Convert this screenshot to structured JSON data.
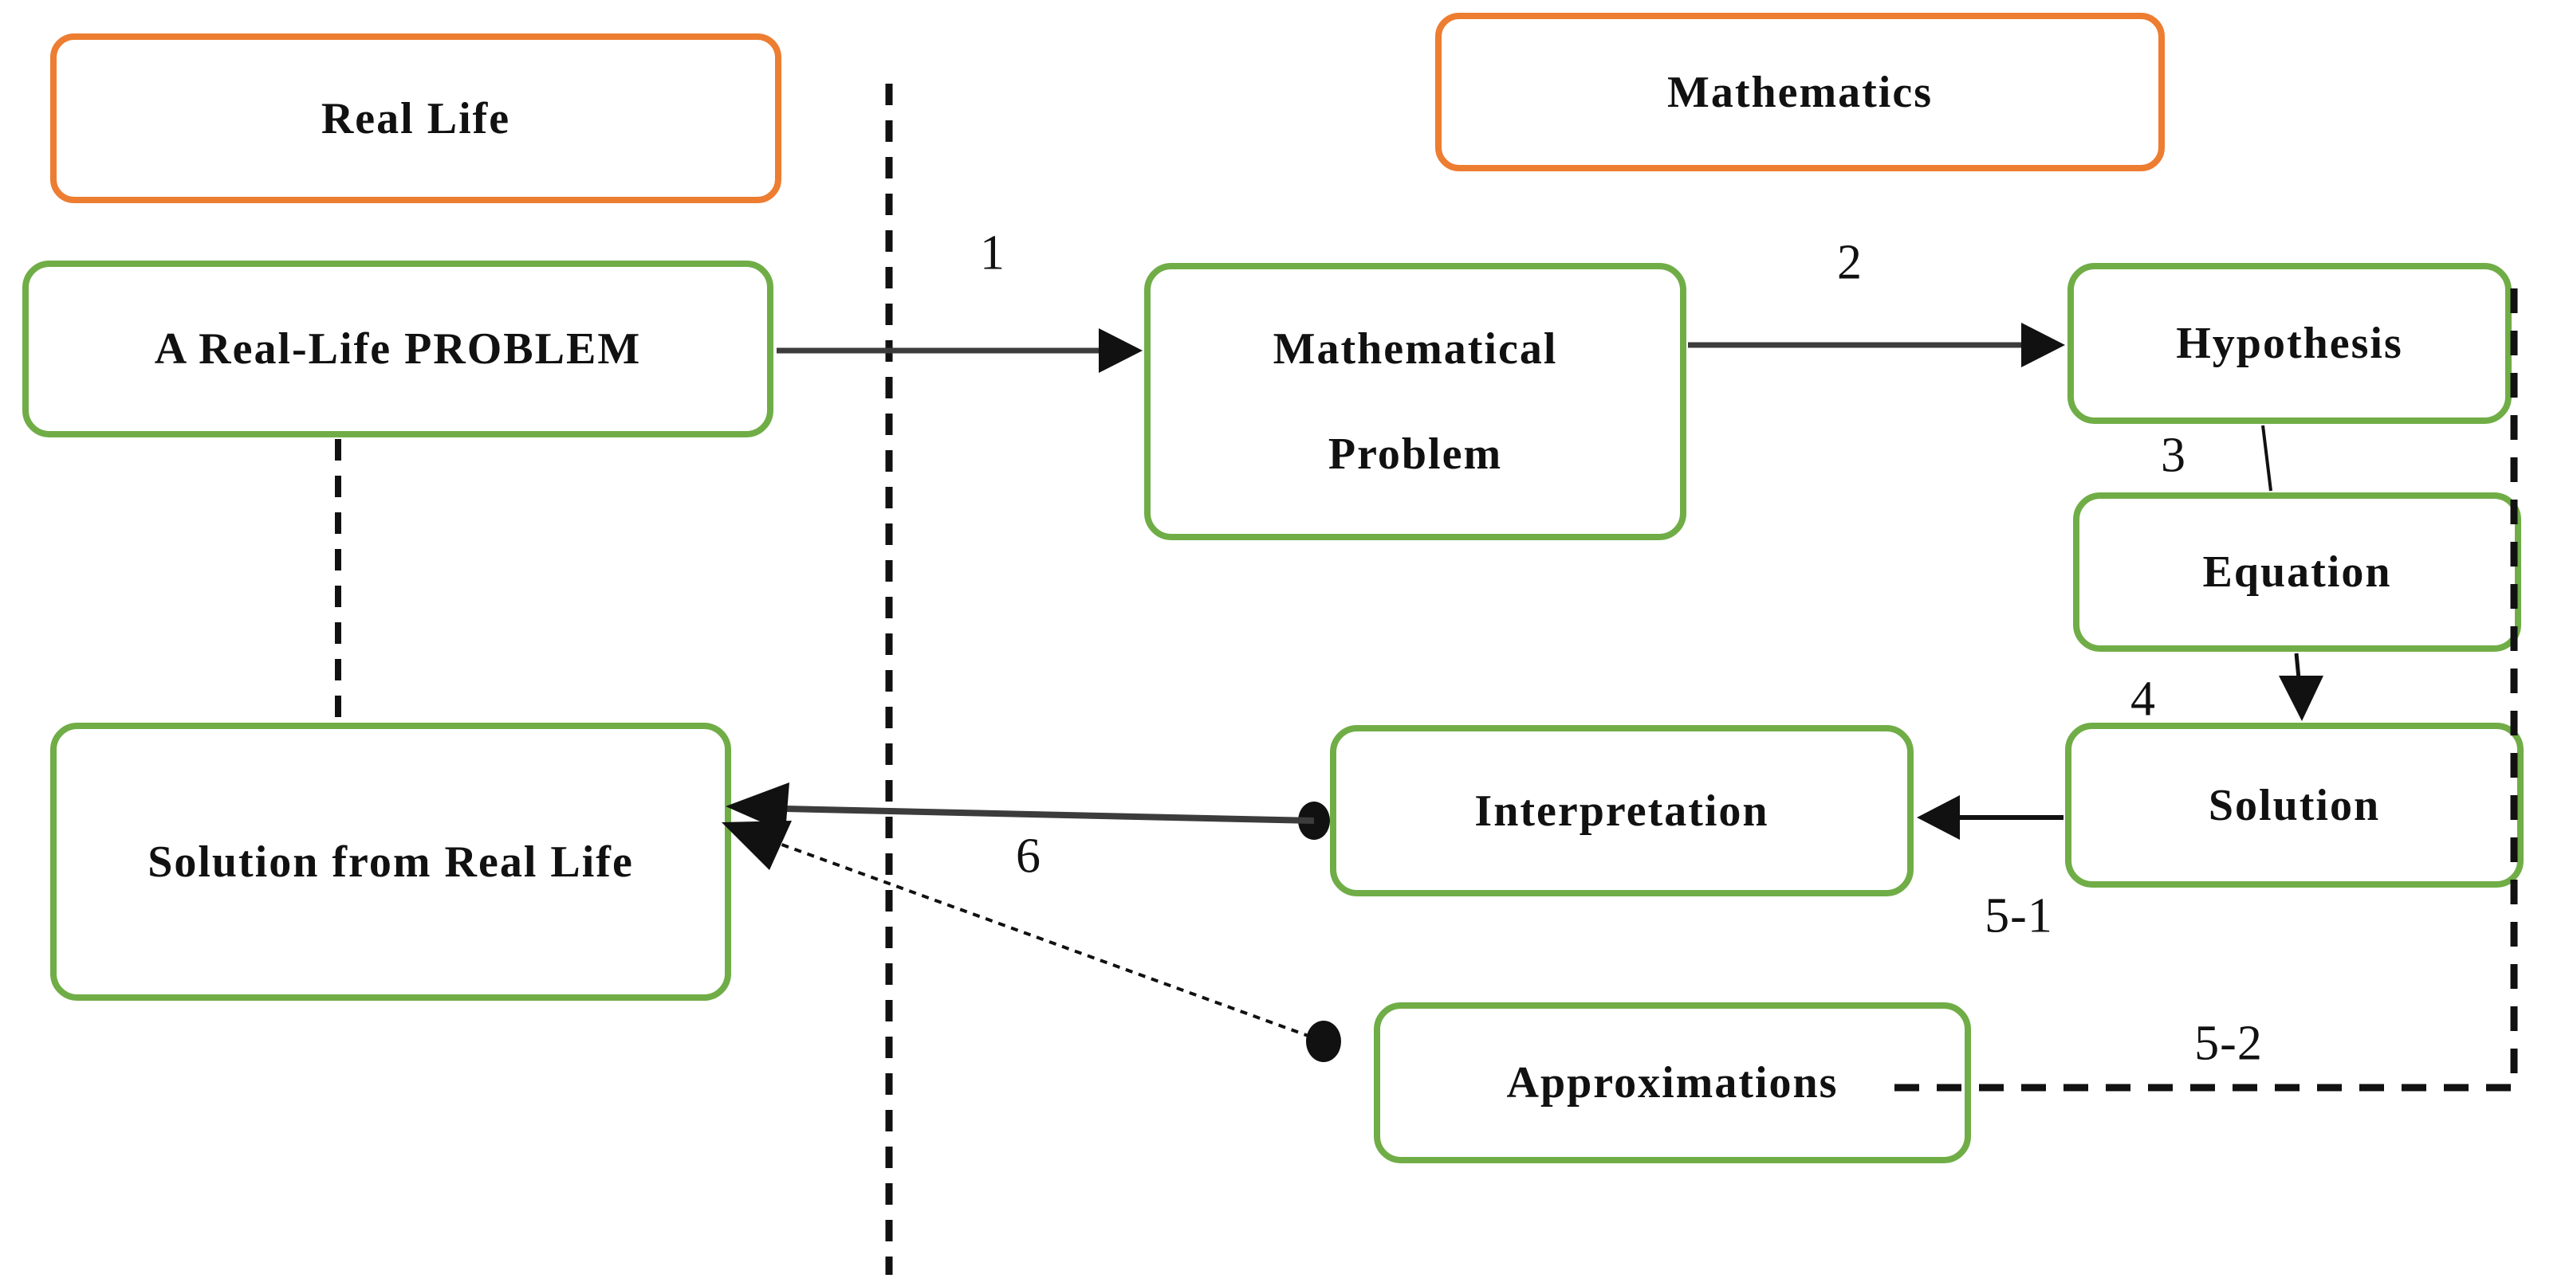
{
  "regions": {
    "real_life": {
      "label": "Real Life"
    },
    "mathematics": {
      "label": "Mathematics"
    }
  },
  "nodes": {
    "real_life_problem": {
      "label": "A Real-Life PROBLEM"
    },
    "mathematical_problem": {
      "line1": "Mathematical",
      "line2": "Problem"
    },
    "hypothesis": {
      "label": "Hypothesis"
    },
    "equation": {
      "label": "Equation"
    },
    "solution": {
      "label": "Solution"
    },
    "interpretation": {
      "label": "Interpretation"
    },
    "approximations": {
      "label": "Approximations"
    },
    "solution_from_real_life": {
      "label": "Solution from Real Life"
    }
  },
  "steps": {
    "s1": "1",
    "s2": "2",
    "s3": "3",
    "s4": "4",
    "s5_1": "5-1",
    "s5_2": "5-2",
    "s6": "6"
  },
  "colors": {
    "region_border": "#ED7D31",
    "node_border": "#70AD47",
    "connector_dark": "#3c3c3c",
    "connector_black": "#111111"
  }
}
